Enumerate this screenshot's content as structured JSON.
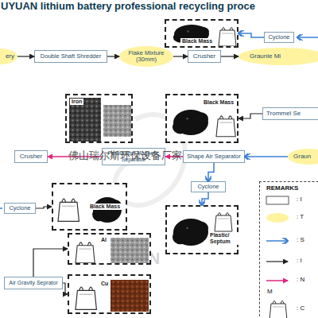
{
  "diagram": {
    "title": "UYUAN lithium battery professional recycling proce",
    "nodes": [
      {
        "text": [
          "ery"
        ]
      },
      {
        "text": [
          "Double Shaft Shredder"
        ]
      },
      {
        "text": [
          "Flake Mixture (30mm)"
        ]
      },
      {
        "text": [
          "Crusher"
        ]
      },
      {
        "text": [
          "Graunle Mi"
        ]
      },
      {
        "text": [
          "Cyclone"
        ]
      },
      {
        "text": [
          "Black Mass"
        ]
      },
      {
        "text": [
          "Iron"
        ]
      },
      {
        "text": [
          "Black Mass"
        ]
      },
      {
        "text": [
          "Trommel Se"
        ]
      },
      {
        "text": [
          "Crusher"
        ]
      },
      {
        "text": [
          "Permanent Magnetic Separator"
        ]
      },
      {
        "text": [
          "Shape Air Separator"
        ]
      },
      {
        "text": [
          "Graun"
        ]
      },
      {
        "text": [
          "Cyclone"
        ]
      },
      {
        "text": [
          "Black Mass"
        ]
      },
      {
        "text": [
          "Cyclone"
        ]
      },
      {
        "text": [
          "Plastic/ Septum"
        ]
      },
      {
        "text": [
          "Al"
        ]
      },
      {
        "text": [
          "Cu"
        ]
      },
      {
        "text": [
          "Air Gravity Seprator"
        ]
      }
    ],
    "edges": [
      {
        "from": 0,
        "to": 1,
        "arrow": "to"
      },
      {
        "from": 1,
        "to": 2,
        "arrow": "to"
      },
      {
        "from": 2,
        "to": 3,
        "arrow": "to"
      },
      {
        "from": 3,
        "to": 4,
        "arrow": "to"
      },
      {
        "from": 5,
        "to": 6,
        "arrow": "to"
      },
      {
        "from": 9,
        "to": 8,
        "arrow": "to"
      },
      {
        "from": 13,
        "to": 12,
        "arrow": "to"
      },
      {
        "from": 12,
        "to": 11,
        "arrow": "to"
      },
      {
        "from": 11,
        "to": 10,
        "arrow": "to"
      },
      {
        "from": 12,
        "to": 14,
        "arrow": "to"
      },
      {
        "from": 14,
        "to": 17,
        "arrow": "to"
      },
      {
        "from": 16,
        "to": 15,
        "arrow": "to"
      },
      {
        "from": 20,
        "to": 18,
        "arrow": "to"
      },
      {
        "from": 20,
        "to": 19,
        "arrow": "to"
      }
    ],
    "labels": [
      "佛山瑞尔斯环保设备厂家",
      "UYUAN",
      "REMARKS",
      "M"
    ],
    "legend": [
      {
        "text": ": I"
      },
      {
        "text": ": T"
      },
      {
        "text": ": S"
      },
      {
        "text": ": I"
      },
      {
        "text": ": N"
      },
      {
        "text": ": C"
      }
    ]
  }
}
